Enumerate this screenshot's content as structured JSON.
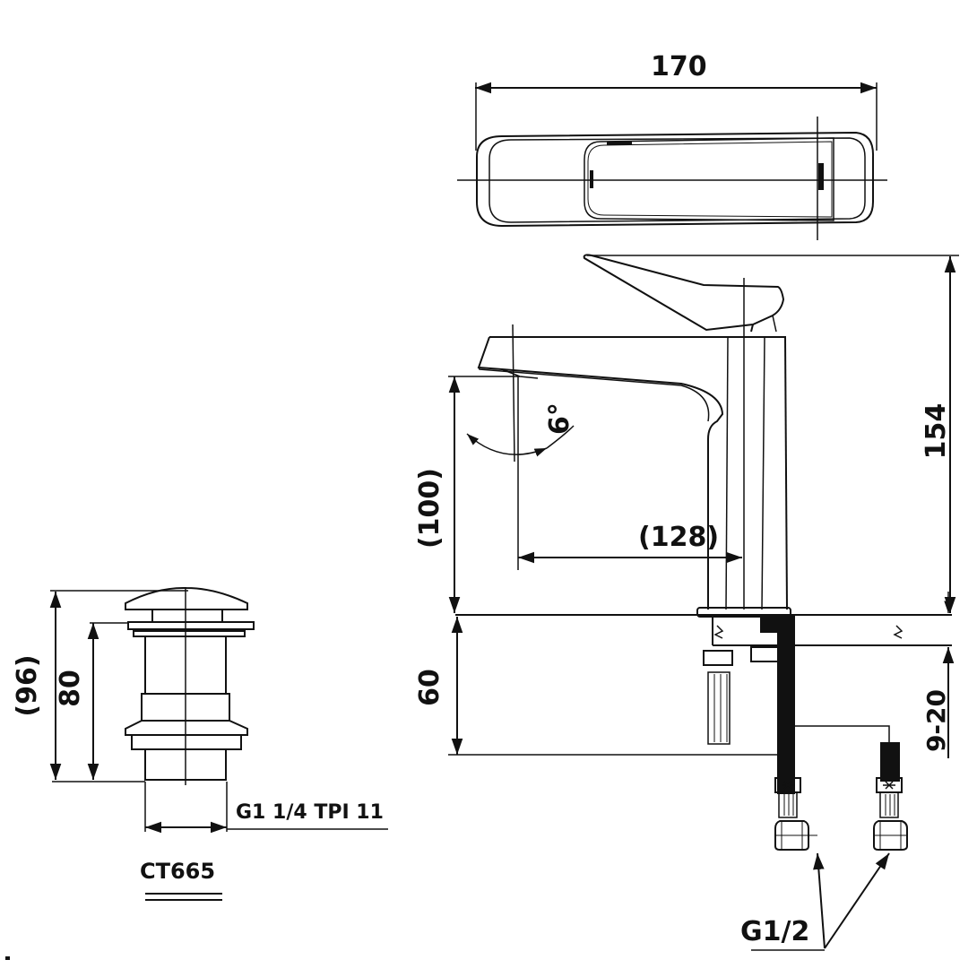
{
  "drawing": {
    "type": "technical-dimension-drawing",
    "subject": "single-lever basin faucet with pop-up drain",
    "line_color": "#111111",
    "background": "#ffffff"
  },
  "top_view": {
    "width_dim": "170"
  },
  "side_view": {
    "total_height_dim": "154",
    "spout_height_dim": "(100)",
    "spout_reach_dim": "(128)",
    "spout_angle_dim": "6°",
    "below_deck_dim": "60",
    "deck_thickness_dim": "9-20",
    "hose_thread_dim": "G1/2"
  },
  "drain": {
    "overall_height_dim": "(96)",
    "body_height_dim": "80",
    "thread_dim": "G1 1/4 TPI 11",
    "model": "CT665"
  }
}
